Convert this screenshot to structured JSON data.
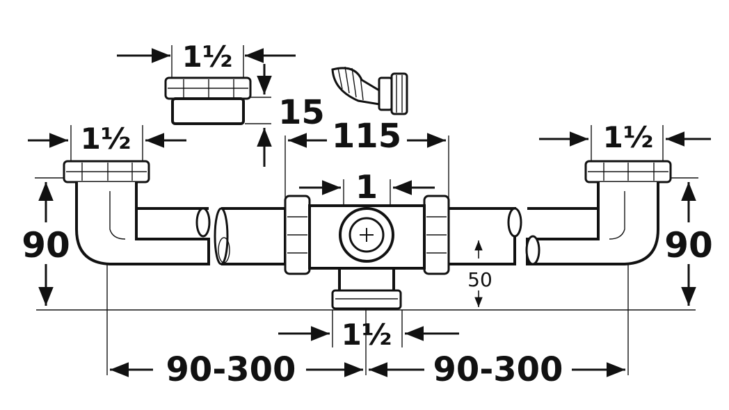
{
  "diagram": {
    "labels": {
      "top_inlet_size": "1½",
      "height_15": "15",
      "width_115": "115",
      "center_inlet_size": "1",
      "left_inlet_size": "1½",
      "right_inlet_size": "1½",
      "left_height": "90",
      "right_height": "90",
      "offset_50": "50",
      "outlet_size": "1½",
      "left_span": "90-300",
      "right_span": "90-300"
    },
    "colors": {
      "ink": "#111111",
      "paper": "#ffffff"
    }
  }
}
